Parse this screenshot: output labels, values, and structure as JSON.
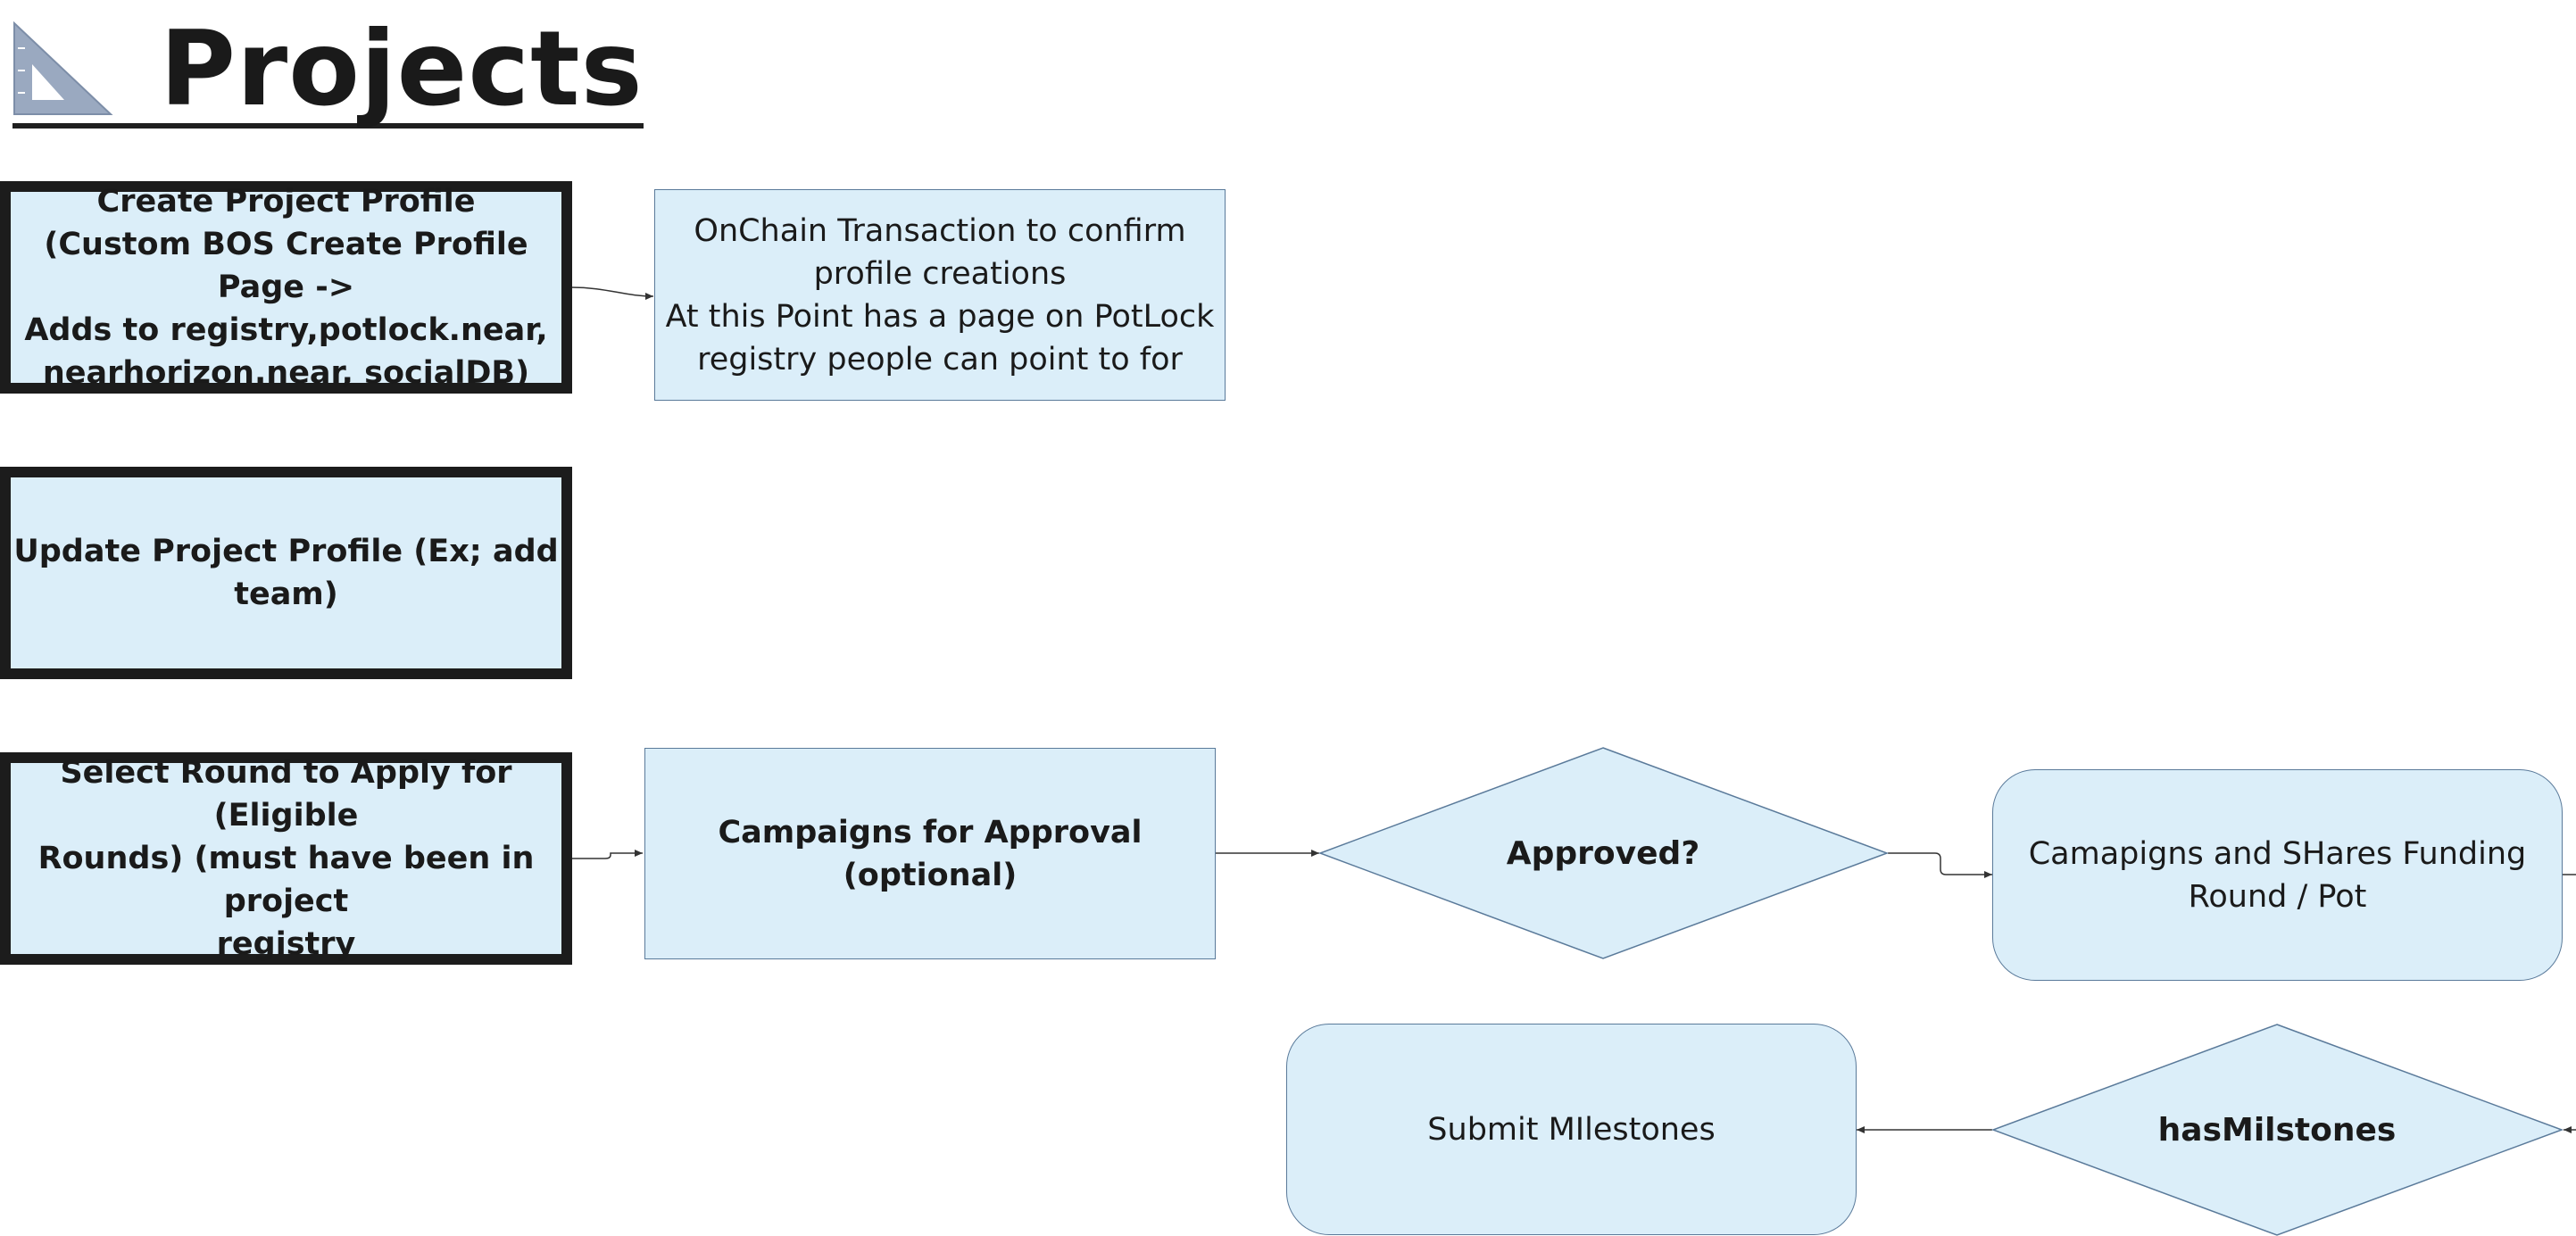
{
  "page": {
    "title": "Projects",
    "logo_icon": "set-square-icon"
  },
  "colors": {
    "node_fill": "#dbeef9",
    "thick_border": "#1c1c1c",
    "thin_border": "#5a7a9a",
    "connector": "#333333"
  },
  "nodes": {
    "create_profile": "Create Project Profile\n(Custom BOS Create Profile Page ->\nAdds to registry,potlock.near,\nnearhorizon.near, socialDB)",
    "onchain_tx": "OnChain Transaction to confirm\nprofile creations\nAt this Point has a page on PotLock\nregistry people can point to for",
    "update_profile": "Update Project Profile (Ex; add\nteam)",
    "select_round": "Select Round to Apply for (Eligible\nRounds) (must have been in project\nregistry",
    "campaigns_approval": "Campaigns for Approval (optional)",
    "approved": "Approved?",
    "campaigns_shares": "Camapigns and SHares Funding\nRound / Pot",
    "has_milestones": "hasMilstones",
    "submit_milestones": "Submit MIlestones"
  }
}
